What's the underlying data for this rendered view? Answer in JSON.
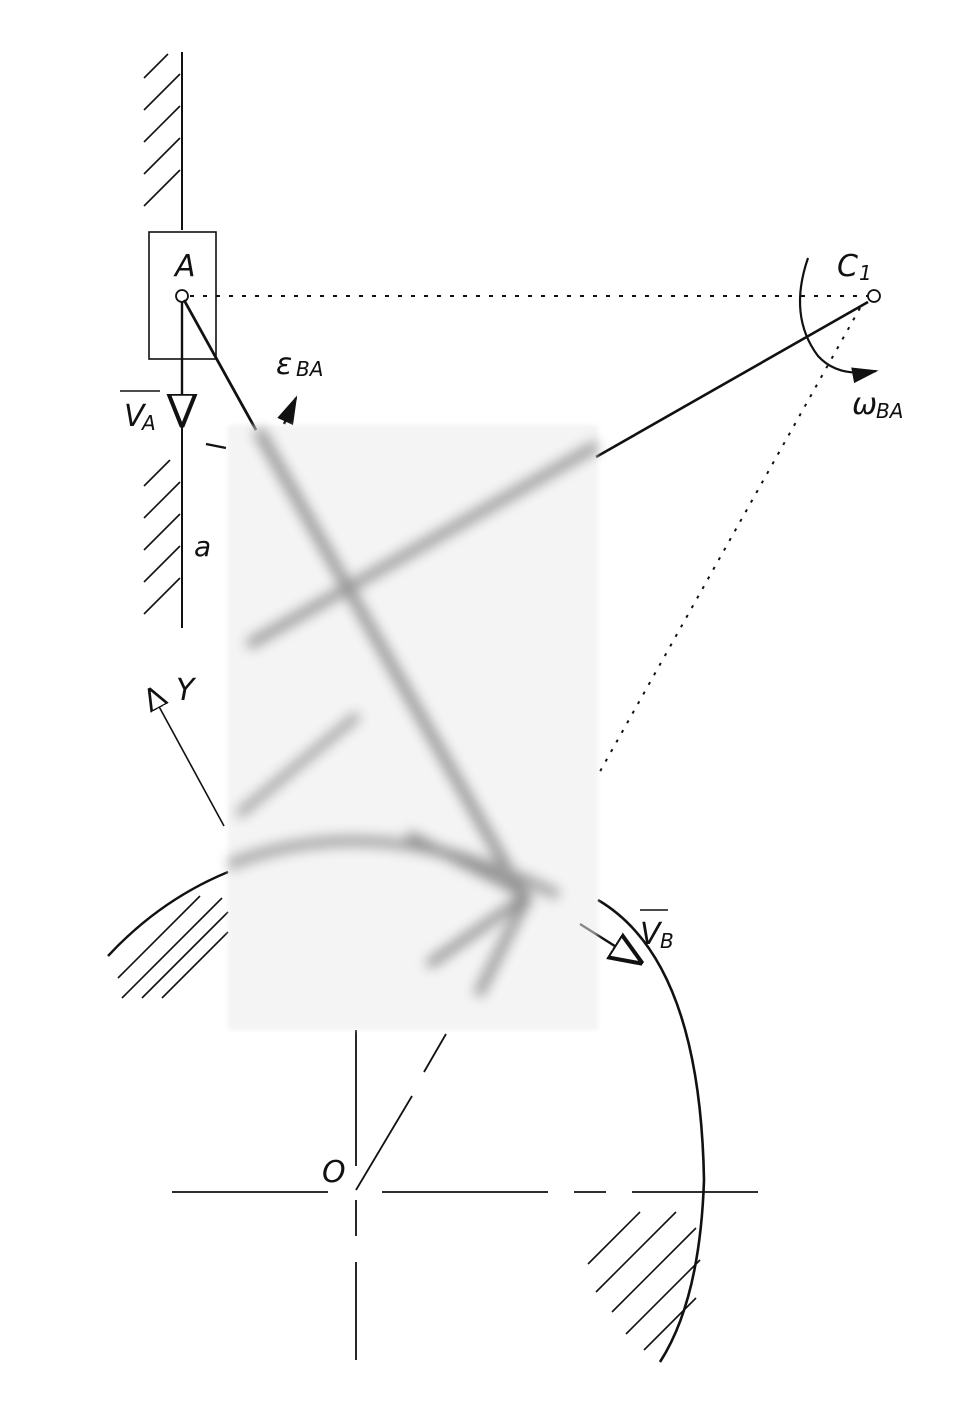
{
  "diagram": {
    "labels": {
      "point_a": "A",
      "point_c1": "C",
      "point_c1_sub": "1",
      "point_o": "O",
      "axis_y": "Y",
      "vel_a": "V",
      "vel_a_sub": "A",
      "vel_b": "V",
      "vel_b_sub": "B",
      "eps_ba": "ε",
      "eps_ba_sub": "BA",
      "omega_ba": "ω",
      "omega_ba_sub": "BA",
      "a_label": "a"
    },
    "colors": {
      "ink": "#111111",
      "background": "#ffffff",
      "obscured_region": "#e6e6e6"
    }
  }
}
